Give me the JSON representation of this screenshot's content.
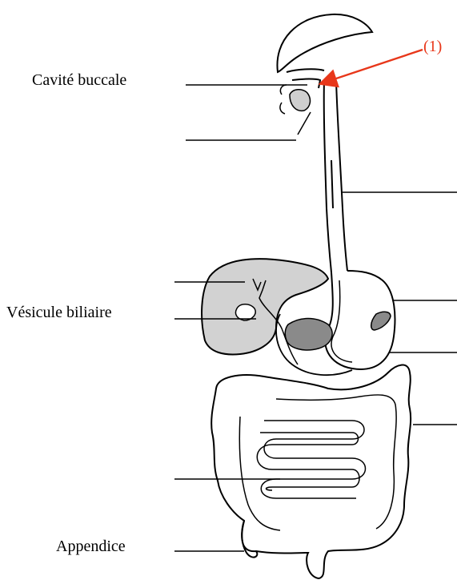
{
  "labels": {
    "cavite_buccale": "Cavité buccale",
    "vesicule_biliaire": "Vésicule biliaire",
    "appendice": "Appendice",
    "marker_1": "(1)"
  },
  "colors": {
    "outline": "#000000",
    "organ_fill": "#d2d2d2",
    "pancreas_fill": "#8a8a8a",
    "arrow": "#e8371a"
  }
}
